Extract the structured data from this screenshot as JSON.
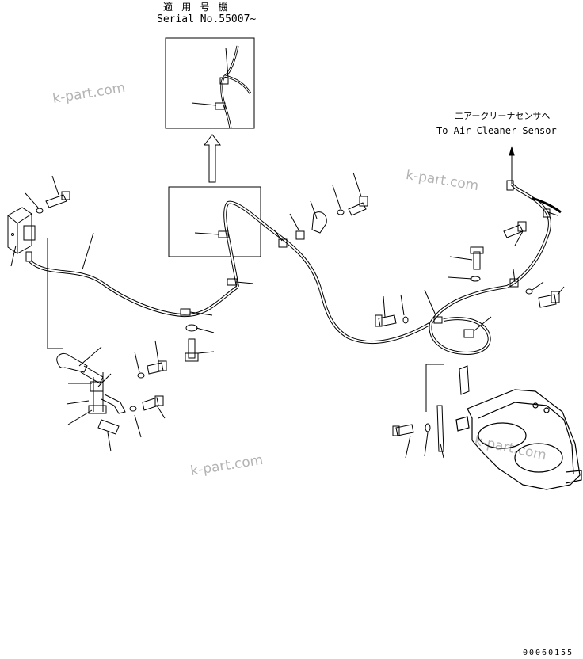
{
  "applicable": {
    "label_jp": "適 用 号 機",
    "serial": "Serial No.55007~"
  },
  "sensor_note": {
    "label_jp": "エアークリーナセンサへ",
    "label_en": "To Air Cleaner Sensor"
  },
  "watermarks": [
    "k-part.com",
    "k-part.com",
    "k-part.com",
    "k-part.com"
  ],
  "drawing_number": "00060155",
  "colors": {
    "line": "#000000",
    "watermark": "#9a9a9a"
  }
}
